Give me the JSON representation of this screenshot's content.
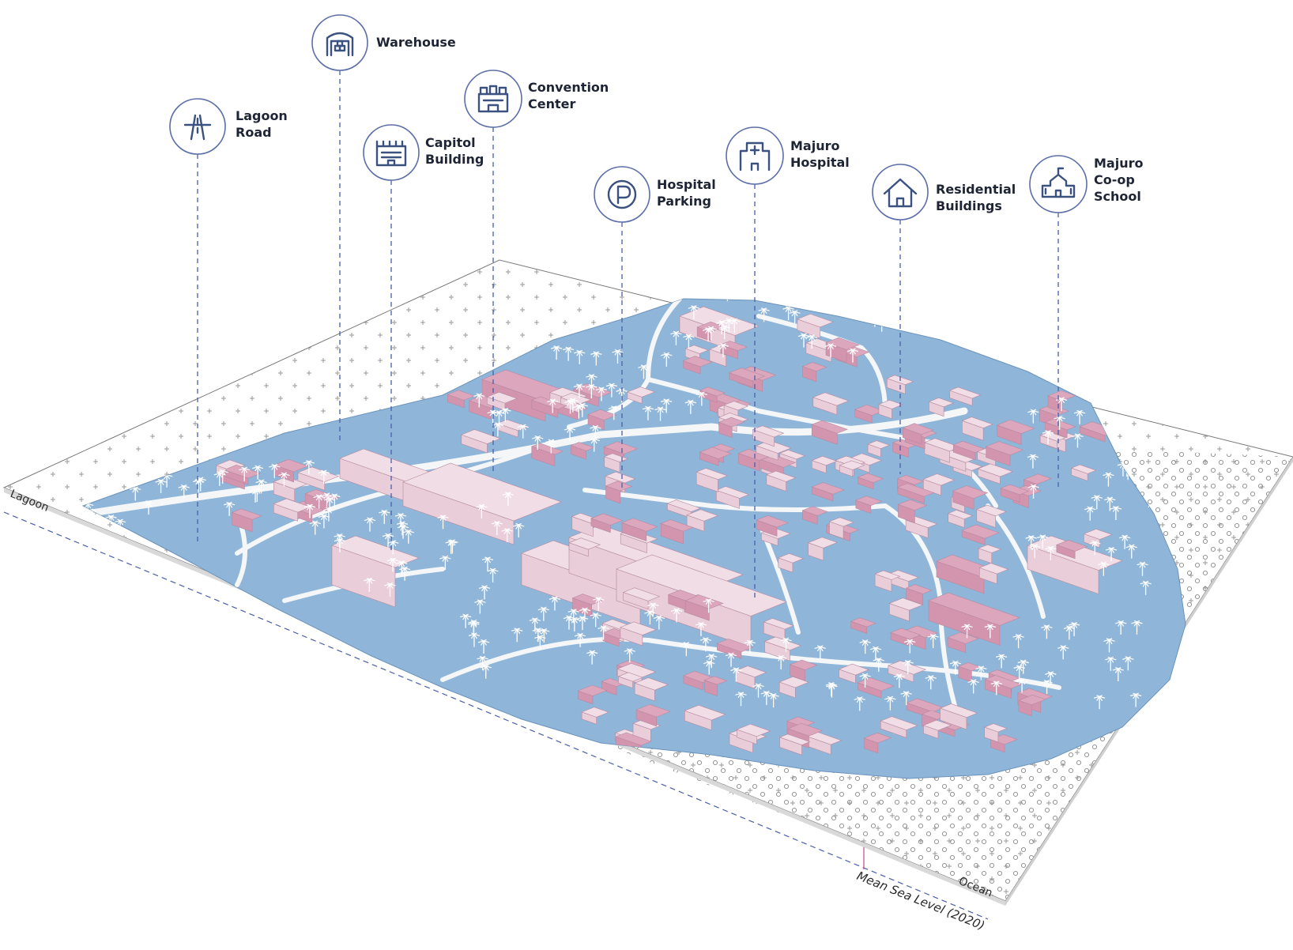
{
  "markers": [
    {
      "id": "lagoon-road",
      "icon": "road-icon",
      "lines": [
        "Lagoon",
        "Road"
      ]
    },
    {
      "id": "warehouse",
      "icon": "warehouse-icon",
      "lines": [
        "Warehouse"
      ]
    },
    {
      "id": "capitol-building",
      "icon": "capitol-icon",
      "lines": [
        "Capitol",
        "Building"
      ]
    },
    {
      "id": "convention-center",
      "icon": "convention-icon",
      "lines": [
        "Convention",
        "Center"
      ]
    },
    {
      "id": "hospital-parking",
      "icon": "parking-icon",
      "lines": [
        "Hospital",
        "Parking"
      ]
    },
    {
      "id": "majuro-hospital",
      "icon": "hospital-icon",
      "lines": [
        "Majuro",
        "Hospital"
      ]
    },
    {
      "id": "residential-buildings",
      "icon": "house-icon",
      "lines": [
        "Residential",
        "Buildings"
      ]
    },
    {
      "id": "majuro-coop-school",
      "icon": "school-icon",
      "lines": [
        "Majuro",
        "Co-op",
        "School"
      ]
    }
  ],
  "edges": {
    "lagoon": "Lagoon",
    "ocean": "Ocean",
    "sea_level": "Mean Sea Level (2020)"
  },
  "colors": {
    "water": "#8fb6d9",
    "building_light": "#e9cdd8",
    "building_dark": "#d394ae",
    "road": "#f4f6f8",
    "marker_blue": "#3b5280"
  }
}
